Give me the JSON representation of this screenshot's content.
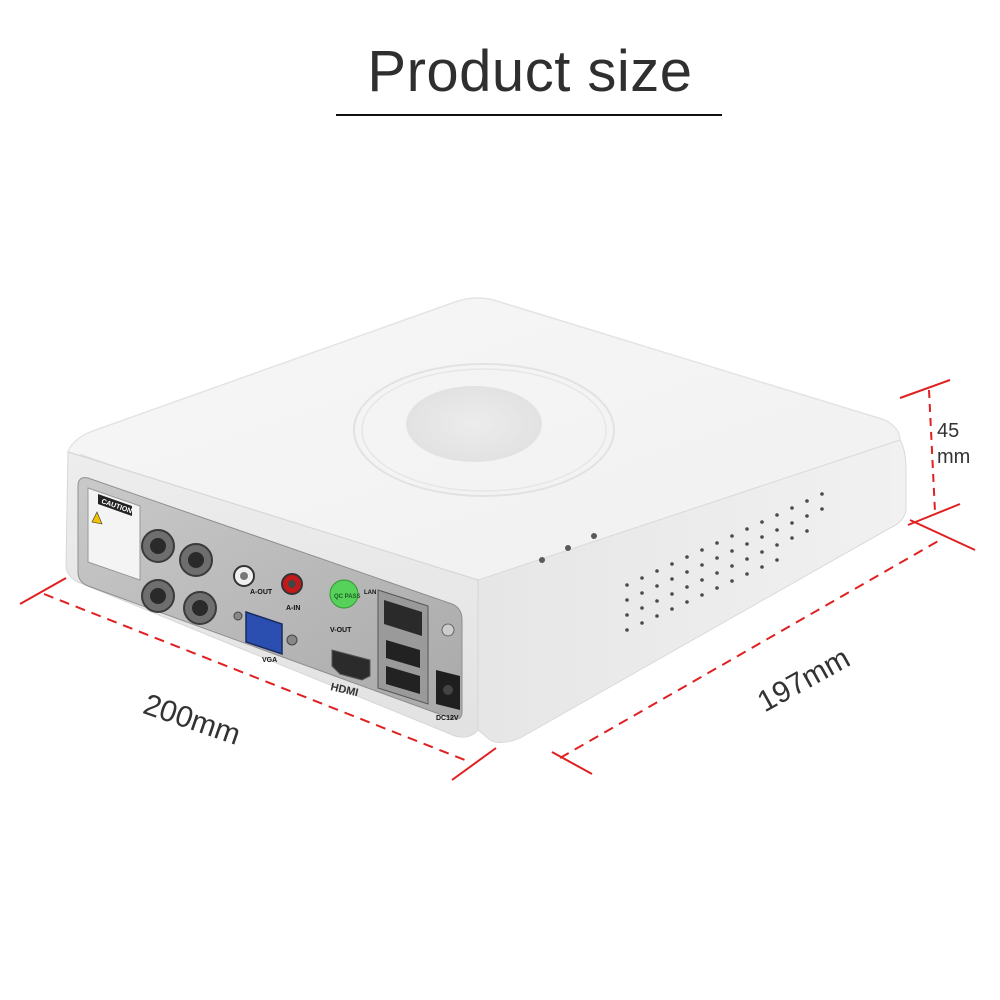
{
  "header": {
    "title": "Product size"
  },
  "product": {
    "type": "DVR recorder",
    "rear_panel_labels": {
      "caution": "CAUTION",
      "audio_out": "A-OUT",
      "audio_in": "A-IN",
      "vga": "VGA",
      "video_out": "V-OUT",
      "lan": "LAN",
      "hdmi": "HDMI",
      "power": "DC12V",
      "qc_sticker": "QC PASS"
    }
  },
  "dimensions": {
    "height": {
      "value": "45",
      "unit": "mm"
    },
    "width": {
      "label": "200mm"
    },
    "depth": {
      "label": "197mm"
    },
    "line_color": "#e02020"
  }
}
